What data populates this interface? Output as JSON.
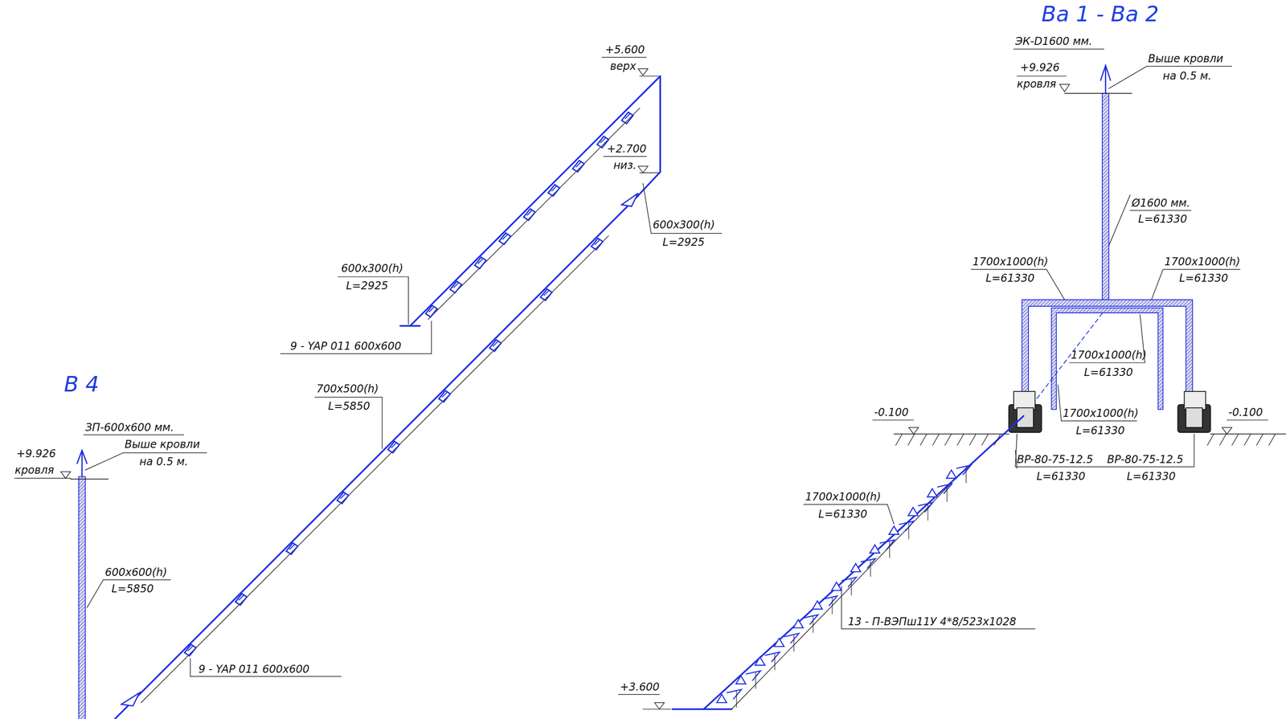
{
  "diagram": {
    "labels": [
      "В 4",
      "ЗП-600x600 мм.",
      "+9.926",
      "кровля",
      "Выше кровли",
      "на 0.5 м.",
      "600x600(h)",
      "L=5850",
      "9 - YAP 011 600x600",
      "700x500(h)",
      "L=5850",
      "600x300(h)",
      "L=2925",
      "9 - YAP 011 600x600",
      "+5.600",
      "верх",
      "+2.700",
      "низ.",
      "600x300(h)",
      "L=2925",
      "Ва 1 - Ва 2",
      "ЭК-D1600 мм.",
      "+9.926",
      "кровля",
      "Выше кровли",
      "на 0.5 м.",
      "Ø1600 мм.",
      "L=61330",
      "1700x1000(h)",
      "L=61330",
      "1700x1000(h)",
      "L=61330",
      "1700x1000(h)",
      "L=61330",
      "1700x1000(h)",
      "L=61330",
      "-0.100",
      "-0.100",
      "ВР-80-75-12.5",
      "L=61330",
      "ВР-80-75-12.5",
      "L=61330",
      "1700x1000(h)",
      "L=61330",
      "13 - П-ВЭПш11У 4*8/523x1028",
      "+3.600"
    ]
  }
}
